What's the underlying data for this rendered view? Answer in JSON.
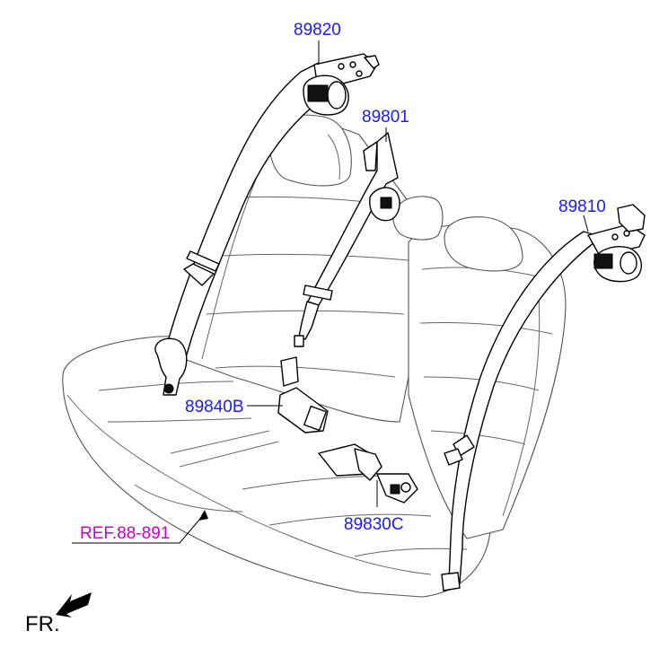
{
  "colors": {
    "part_label": "#1a1aff",
    "ref_label": "#cc00cc",
    "line": "#000000"
  },
  "labels": {
    "p89820": "89820",
    "p89801": "89801",
    "p89810": "89810",
    "p89840b": "89840B",
    "p89830c": "89830C",
    "ref": "REF.88-891",
    "front": "FR."
  },
  "icons": {
    "front_arrow": "arrow-front-left-icon"
  }
}
